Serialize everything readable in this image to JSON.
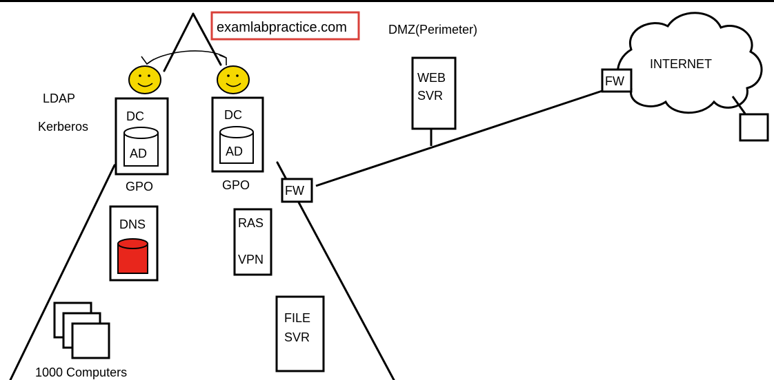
{
  "site_label": "examlabpractice.com",
  "zone_label": "DMZ(Perimeter)",
  "protocols": [
    "LDAP",
    "Kerberos"
  ],
  "domain_controllers": [
    {
      "role": "DC",
      "store": "AD",
      "policy": "GPO"
    },
    {
      "role": "DC",
      "store": "AD",
      "policy": "GPO"
    }
  ],
  "dns_server": {
    "label": "DNS"
  },
  "remote_access": {
    "line1": "RAS",
    "line2": "VPN"
  },
  "file_server": {
    "line1": "FILE",
    "line2": "SVR"
  },
  "web_server": {
    "line1": "WEB",
    "line2": "SVR"
  },
  "firewalls": [
    "FW",
    "FW"
  ],
  "internet": {
    "label": "INTERNET"
  },
  "computers": {
    "label": "1000 Computers"
  },
  "colors": {
    "ink": "#000000",
    "highlight_border": "#d9403a",
    "smiley_face": "#f5d800",
    "dns_disk": "#e8261c",
    "background": "#ffffff"
  },
  "icons": [
    "smiley-face-icon",
    "database-cylinder-icon",
    "cloud-icon",
    "computer-stack-icon",
    "sync-arrow-icon"
  ]
}
